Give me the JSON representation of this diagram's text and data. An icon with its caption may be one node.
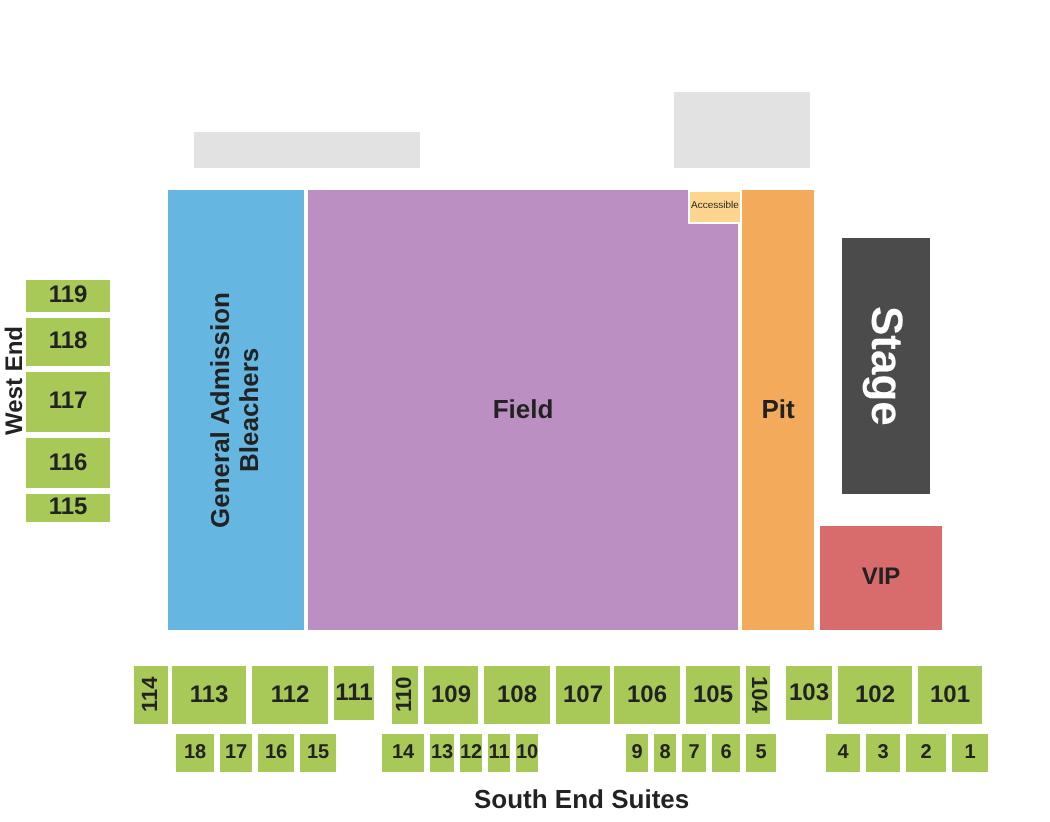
{
  "diagram": {
    "nodes": [
      {
        "text": [],
        "shape": "box"
      },
      {
        "text": [],
        "shape": "box"
      },
      {
        "text": [
          "General Admission Bleachers"
        ]
      },
      {
        "text": [
          "Field"
        ]
      },
      {
        "text": [
          "Accessible"
        ],
        "in": 3
      },
      {
        "text": [
          "Pit"
        ]
      },
      {
        "text": [
          "Stage"
        ]
      },
      {
        "text": [
          "119"
        ]
      },
      {
        "text": [
          "118"
        ]
      },
      {
        "text": [
          "117"
        ]
      },
      {
        "text": [
          "116"
        ]
      },
      {
        "text": [
          "115"
        ]
      },
      {
        "text": [
          "VIP"
        ]
      },
      {
        "text": [
          "114"
        ]
      },
      {
        "text": [
          "113"
        ]
      },
      {
        "text": [
          "112"
        ]
      },
      {
        "text": [
          "111"
        ]
      },
      {
        "text": [
          "110"
        ]
      },
      {
        "text": [
          "109"
        ]
      },
      {
        "text": [
          "108"
        ]
      },
      {
        "text": [
          "107"
        ]
      },
      {
        "text": [
          "106"
        ]
      },
      {
        "text": [
          "105"
        ]
      },
      {
        "text": [
          "104"
        ]
      },
      {
        "text": [
          "103"
        ]
      },
      {
        "text": [
          "102"
        ]
      },
      {
        "text": [
          "101"
        ]
      },
      {
        "text": [
          "18"
        ]
      },
      {
        "text": [
          "17"
        ]
      },
      {
        "text": [
          "16"
        ]
      },
      {
        "text": [
          "15"
        ]
      },
      {
        "text": [
          "14"
        ]
      },
      {
        "text": [
          "13"
        ]
      },
      {
        "text": [
          "12"
        ]
      },
      {
        "text": [
          "11"
        ]
      },
      {
        "text": [
          "10"
        ]
      },
      {
        "text": [
          "9"
        ]
      },
      {
        "text": [
          "8"
        ]
      },
      {
        "text": [
          "7"
        ]
      },
      {
        "text": [
          "6"
        ]
      },
      {
        "text": [
          "5"
        ]
      },
      {
        "text": [
          "4"
        ]
      },
      {
        "text": [
          "3"
        ]
      },
      {
        "text": [
          "2"
        ]
      },
      {
        "text": [
          "1"
        ]
      }
    ],
    "labels": [
      "West End",
      "South End Suites"
    ]
  }
}
